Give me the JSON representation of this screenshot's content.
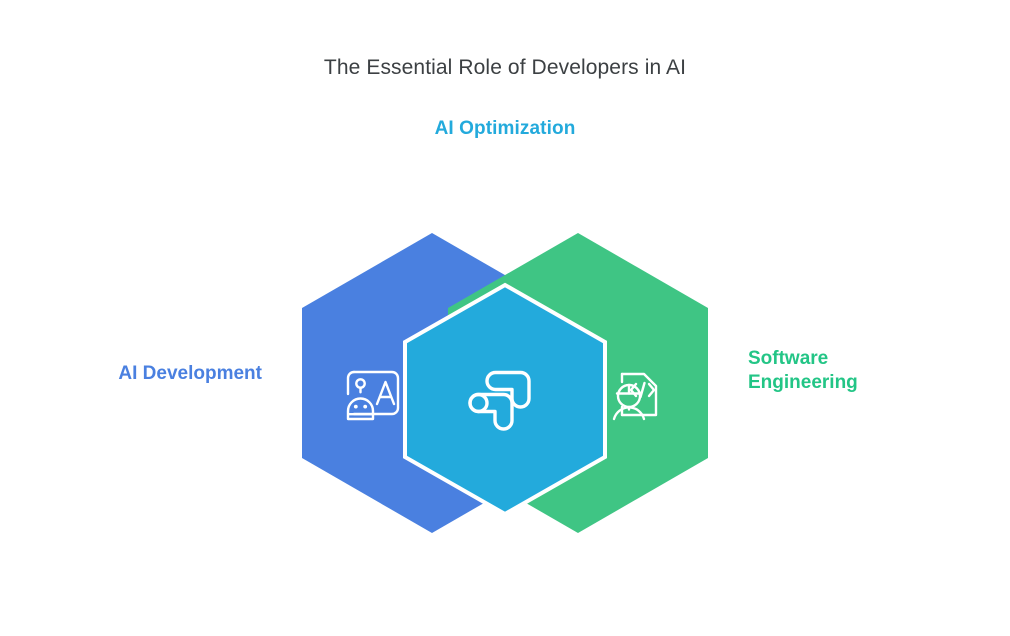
{
  "diagram": {
    "title": "The Essential Role of Developers in AI",
    "title_color": "#3c4043",
    "background": "#ffffff",
    "type": "venn-hexagon",
    "segments": [
      {
        "id": "ai-development",
        "label": "AI Development",
        "color": "#4a80e0",
        "label_color": "#4a80e0",
        "position": "left",
        "icon": "robot-chat-icon",
        "icon_color": "#ffffff"
      },
      {
        "id": "ai-optimization",
        "label": "AI Optimization",
        "color": "#23aadc",
        "label_color": "#23aadc",
        "position": "center",
        "icon": "optimization-nodes-icon",
        "icon_color": "#ffffff",
        "outline_color": "#ffffff"
      },
      {
        "id": "software-engineering",
        "label": "Software\nEngineering",
        "label_line1": "Software",
        "label_line2": "Engineering",
        "color": "#3fc584",
        "label_color": "#23c586",
        "position": "right",
        "icon": "engineer-code-icon",
        "icon_color": "#ffffff"
      }
    ]
  }
}
